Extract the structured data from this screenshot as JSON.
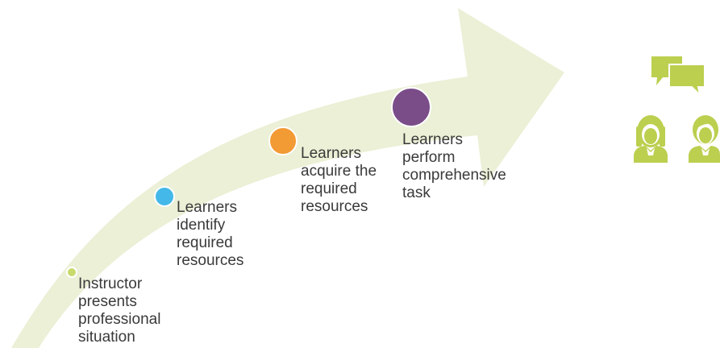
{
  "colors": {
    "arrow": "#ebf0d6",
    "icon": "#bccf4f",
    "text": "#3a3a3a"
  },
  "steps": [
    {
      "lines": [
        "Instructor",
        "presents",
        "professional",
        "situation"
      ],
      "color": "#c7da6c"
    },
    {
      "lines": [
        "Learners",
        "identify",
        "required",
        "resources"
      ],
      "color": "#44b8e8"
    },
    {
      "lines": [
        "Learners",
        "acquire the",
        "required",
        "resources"
      ],
      "color": "#f29a34"
    },
    {
      "lines": [
        "Learners",
        "perform",
        "comprehensive",
        "task"
      ],
      "color": "#7a4d89"
    }
  ],
  "icons": [
    "speech-bubbles-icon",
    "female-learner-icon",
    "male-learner-icon"
  ]
}
